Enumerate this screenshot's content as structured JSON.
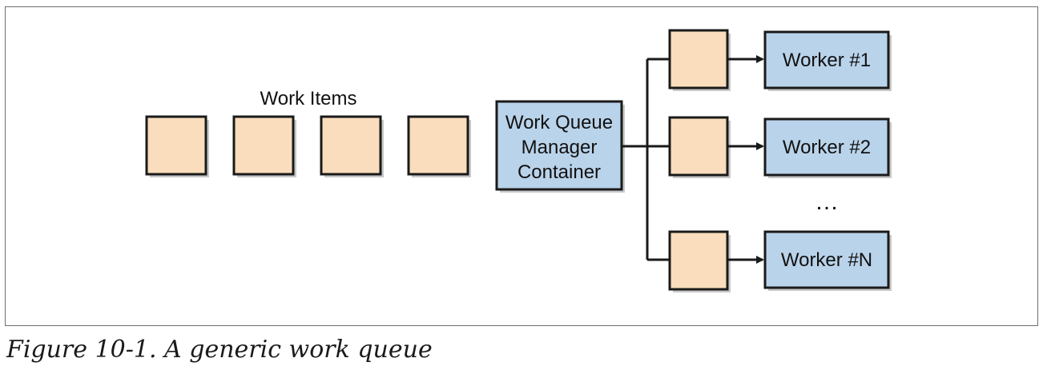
{
  "diagram": {
    "work_items_label": "Work Items",
    "manager": {
      "lines": [
        "Work Queue",
        "Manager",
        "Container"
      ]
    },
    "workers": [
      {
        "label": "Worker #1"
      },
      {
        "label": "Worker #2"
      },
      {
        "label": "Worker #N"
      }
    ],
    "ellipsis": "…",
    "colors": {
      "item_fill": "#f9ddbc",
      "box_fill": "#b9d3ea",
      "stroke": "#1a1a1a",
      "shadow": "#9a9a9a"
    }
  },
  "caption": "Figure 10-1. A generic work queue"
}
